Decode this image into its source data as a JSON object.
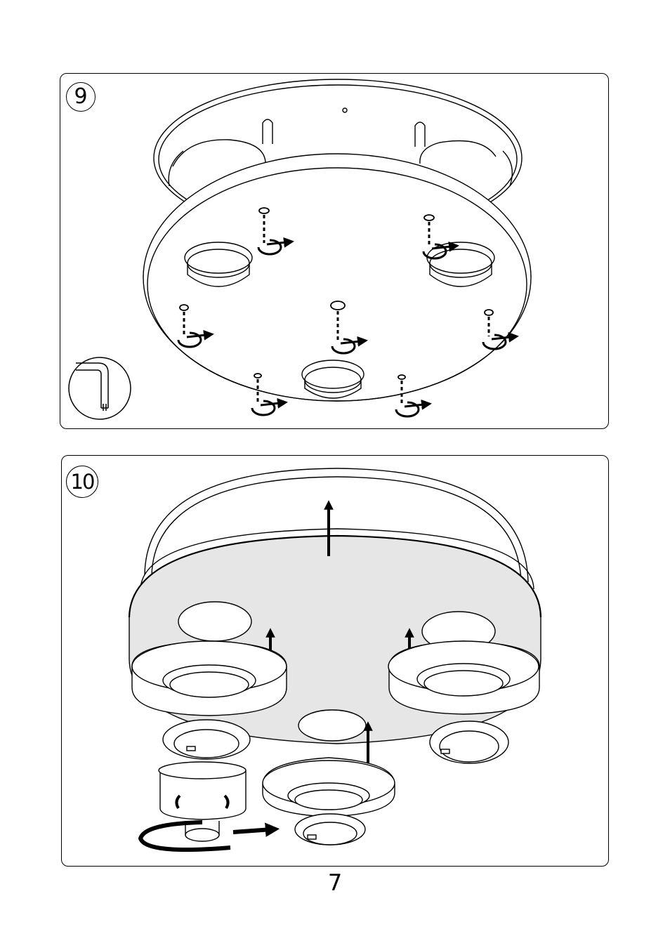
{
  "steps": [
    {
      "number": "9"
    },
    {
      "number": "10"
    }
  ],
  "page_number": "7",
  "icons": {
    "tool": "hex-key-icon",
    "screw": "screw-icon",
    "rotate": "rotate-arrow-icon",
    "lift": "up-arrow-icon"
  },
  "colors": {
    "line": "#000000",
    "shade": "#e6e6e6"
  }
}
